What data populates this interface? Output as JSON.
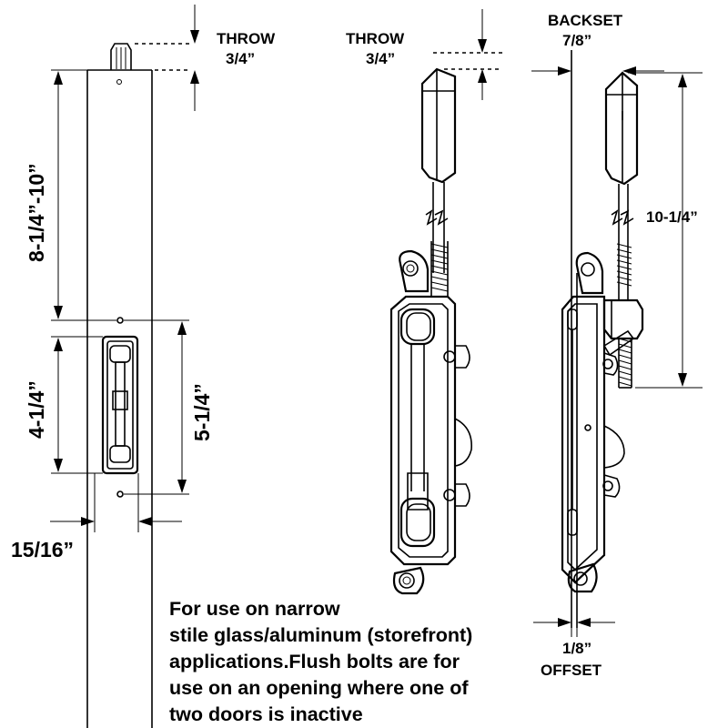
{
  "labels": {
    "throw_left": "THROW",
    "throw_left_value": "3/4”",
    "height_top": "8-1/4”-10”",
    "height_plate": "4-1/4”",
    "height_holes": "5-1/4”",
    "width": "15/16”",
    "throw_mid": "THROW",
    "throw_mid_value": "3/4”",
    "backset": "BACKSET",
    "backset_value": "7/8”",
    "rod_length": "10-1/4”",
    "offset_value": "1/8”",
    "offset": "OFFSET"
  },
  "note": {
    "lines": [
      "For use on narrow",
      "stile glass/aluminum (storefront)",
      "applications.Flush bolts are for",
      "use on an opening where one of",
      "two doors is inactive"
    ]
  }
}
